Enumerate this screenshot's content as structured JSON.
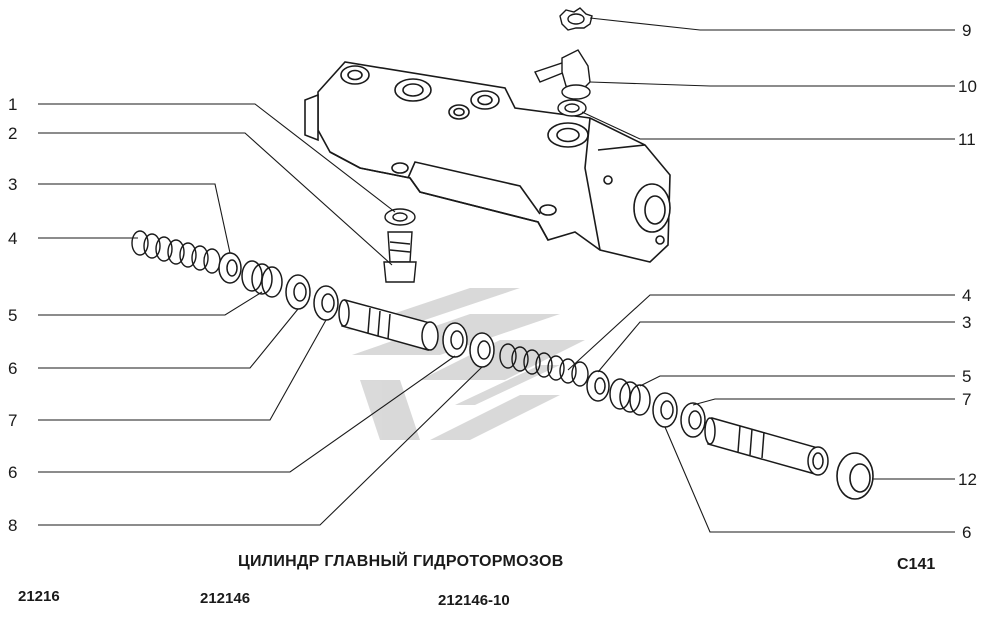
{
  "title": "ЦИЛИНДР ГЛАВНЫЙ ГИДРОТОРМОЗОВ",
  "page_code": "С141",
  "models": [
    "21216",
    "212146",
    "212146-10"
  ],
  "callouts": {
    "left": [
      "1",
      "2",
      "3",
      "4",
      "5",
      "6",
      "7",
      "6",
      "8"
    ],
    "right": [
      "9",
      "10",
      "11",
      "4",
      "3",
      "5",
      "7",
      "12",
      "6"
    ]
  },
  "colors": {
    "ink": "#1a1a1a",
    "watermark": "#d0d0d0"
  }
}
